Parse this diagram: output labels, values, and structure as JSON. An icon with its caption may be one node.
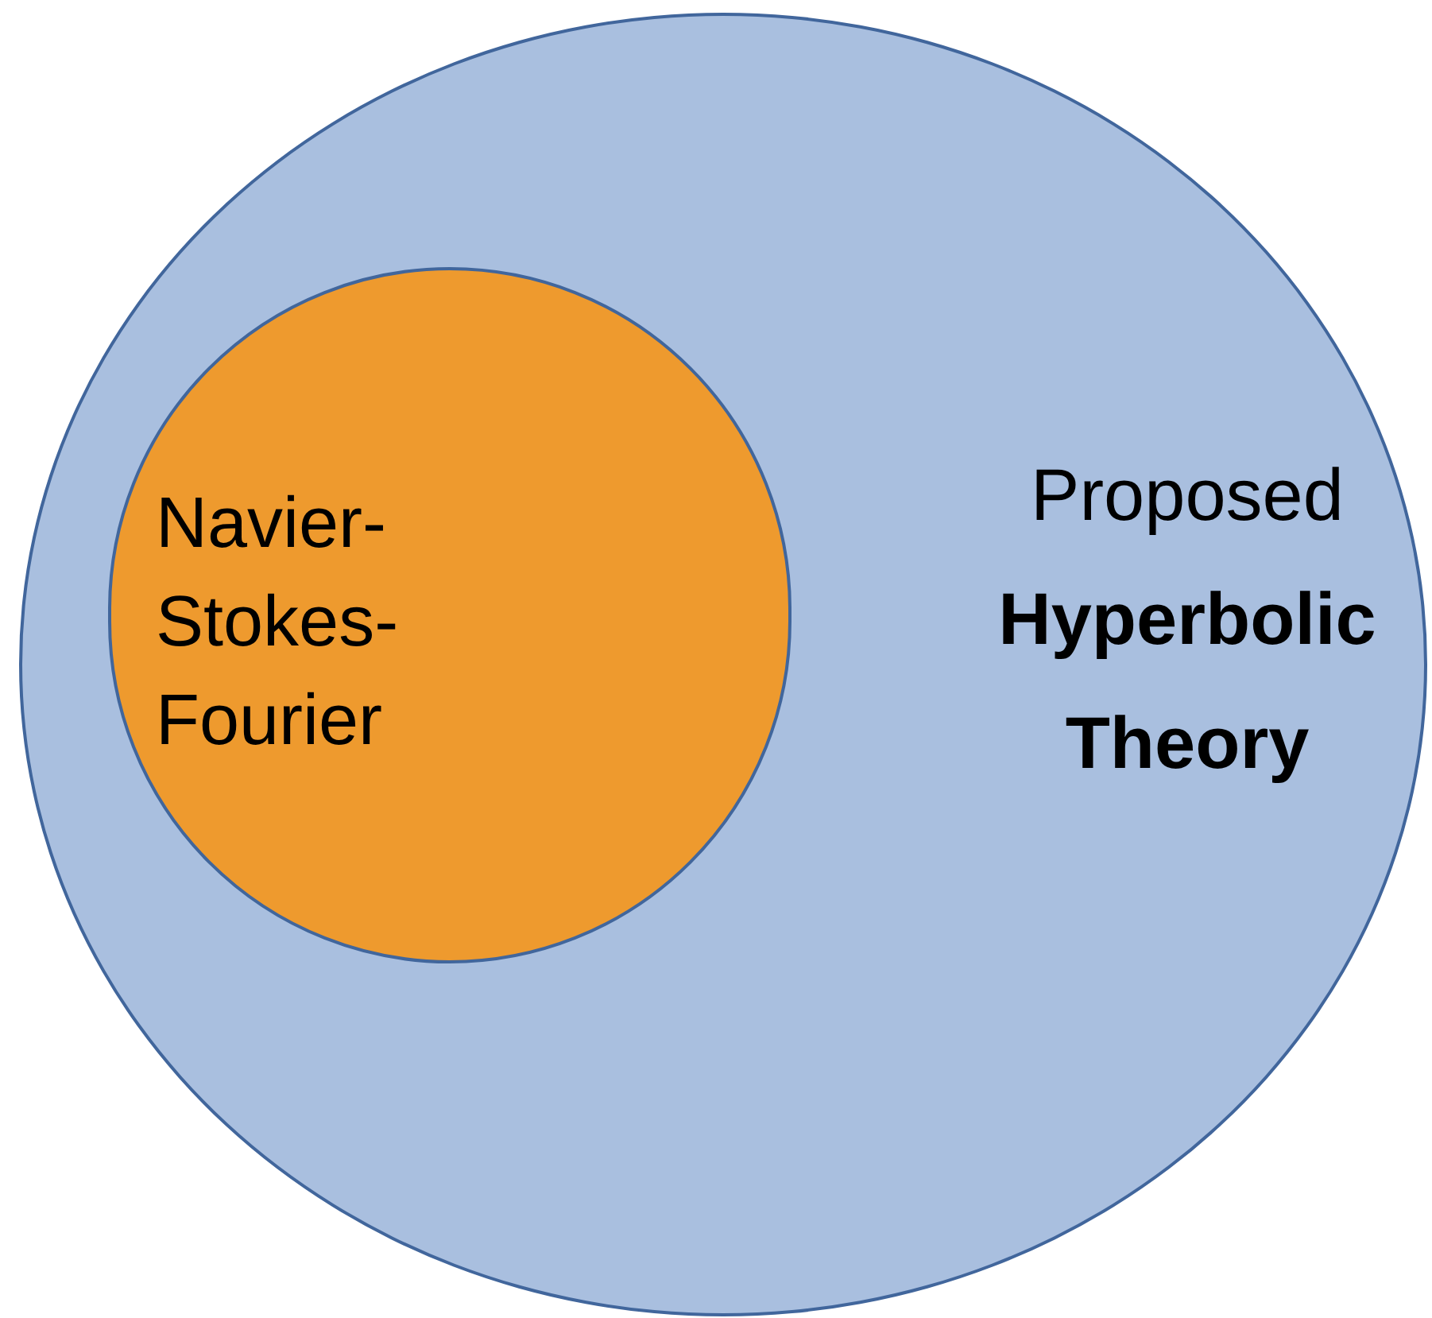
{
  "diagram": {
    "nodes": [
      {
        "text": [
          "Proposed **Hyperbolic Theory**"
        ]
      },
      {
        "text": [
          "Navier- Stokes- Fourier"
        ],
        "in": 0
      }
    ]
  }
}
